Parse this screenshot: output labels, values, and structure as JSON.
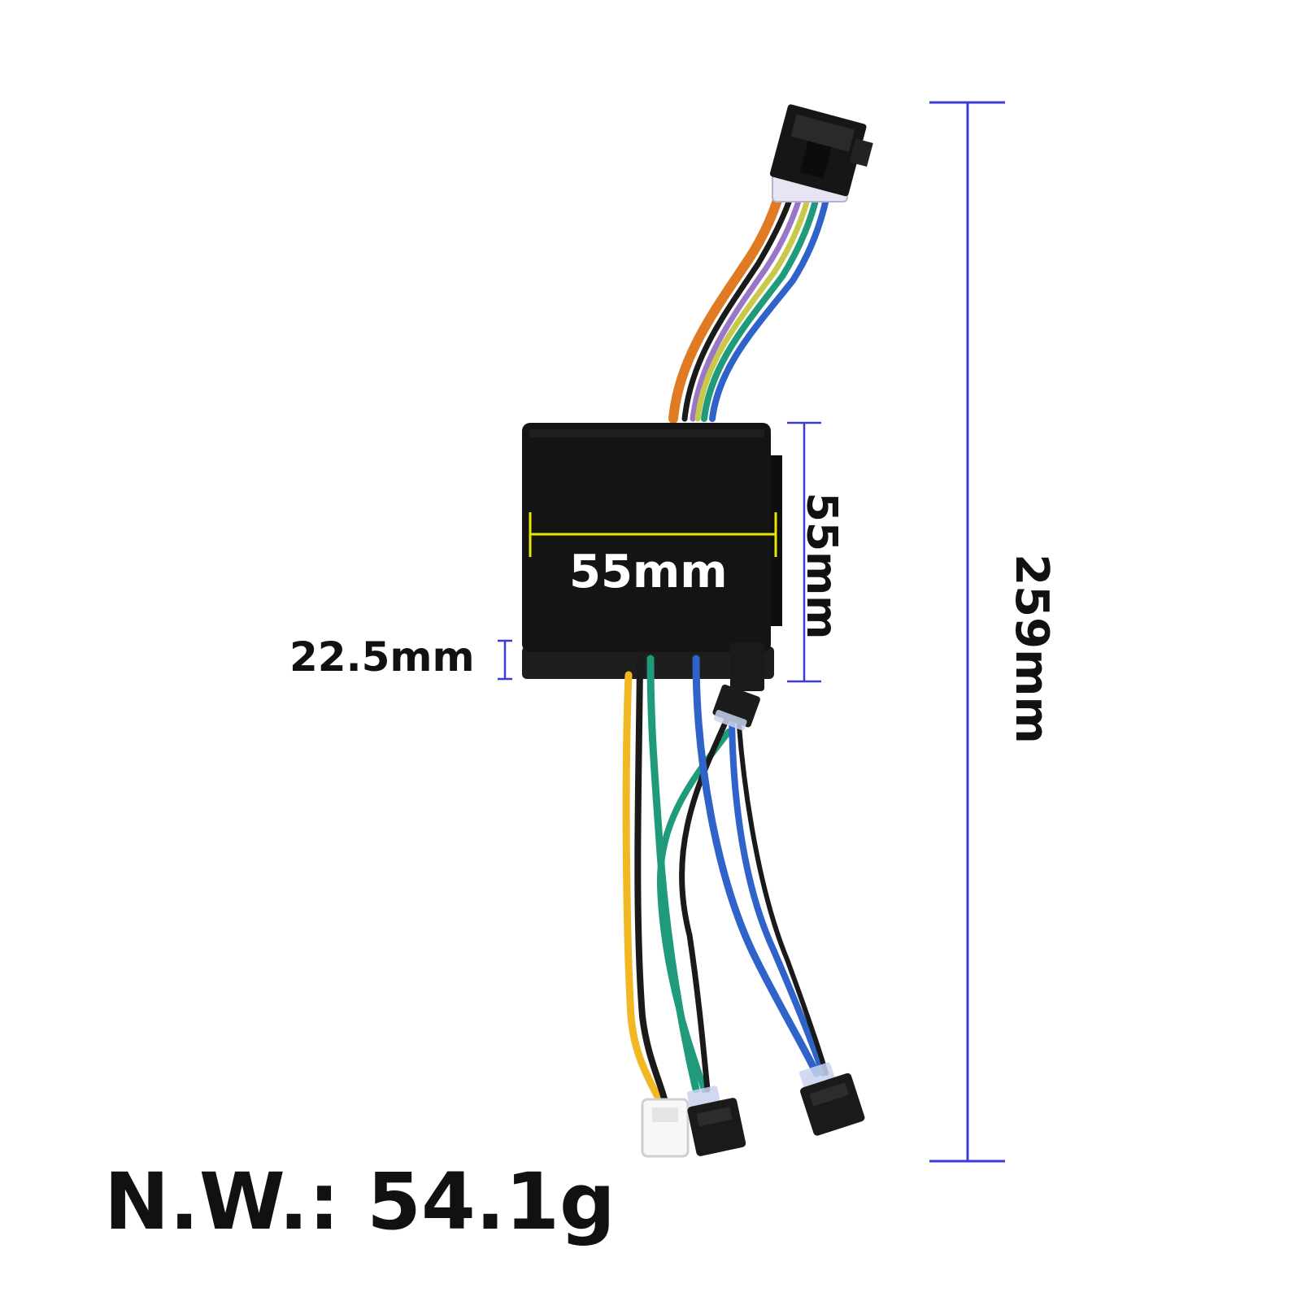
{
  "product": {
    "dimensions": {
      "width": "55mm",
      "height": "55mm",
      "thickness": "22.5mm",
      "total_length": "259mm"
    },
    "net_weight": "N.W.: 54.1g"
  },
  "colors": {
    "dimension_line_blue": "#3b3bd6",
    "dimension_line_yellow": "#e6e600",
    "box_body": "#141414",
    "wire_orange": "#e07b24",
    "wire_yellow": "#f2b824",
    "wire_green": "#1f9a7a",
    "wire_blue": "#2f63c9",
    "wire_black": "#1a1a1a",
    "wire_purple": "#9a76c9"
  },
  "icons": {
    "top_connector": "multi-pin-connector-icon",
    "bottom_connector_white": "white-2pin-connector-icon",
    "bottom_connector_black_1": "black-3pin-connector-icon",
    "bottom_connector_black_2": "black-3pin-connector-icon"
  }
}
